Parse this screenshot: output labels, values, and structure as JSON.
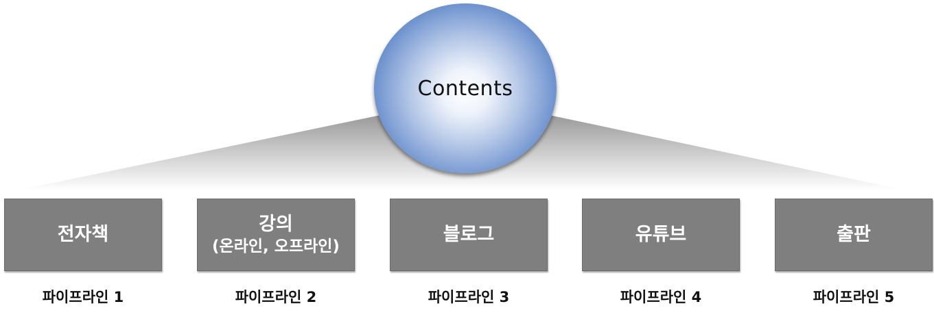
{
  "hub": {
    "label": "Contents"
  },
  "nodes": [
    {
      "title": "전자책",
      "subtitle": "",
      "caption": "파이프라인 1"
    },
    {
      "title": "강의",
      "subtitle": "(온라인, 오프라인)",
      "caption": "파이프라인 2"
    },
    {
      "title": "블로그",
      "subtitle": "",
      "caption": "파이프라인 3"
    },
    {
      "title": "유튜브",
      "subtitle": "",
      "caption": "파이프라인 4"
    },
    {
      "title": "출판",
      "subtitle": "",
      "caption": "파이프라인 5"
    }
  ],
  "colors": {
    "hub_edge": "#3f68b2",
    "hub_center": "#ffffff",
    "box_fill": "#7f7f7f",
    "box_text": "#ffffff",
    "caption_text": "#111111",
    "fan_shadow": "#b0b0b0"
  }
}
